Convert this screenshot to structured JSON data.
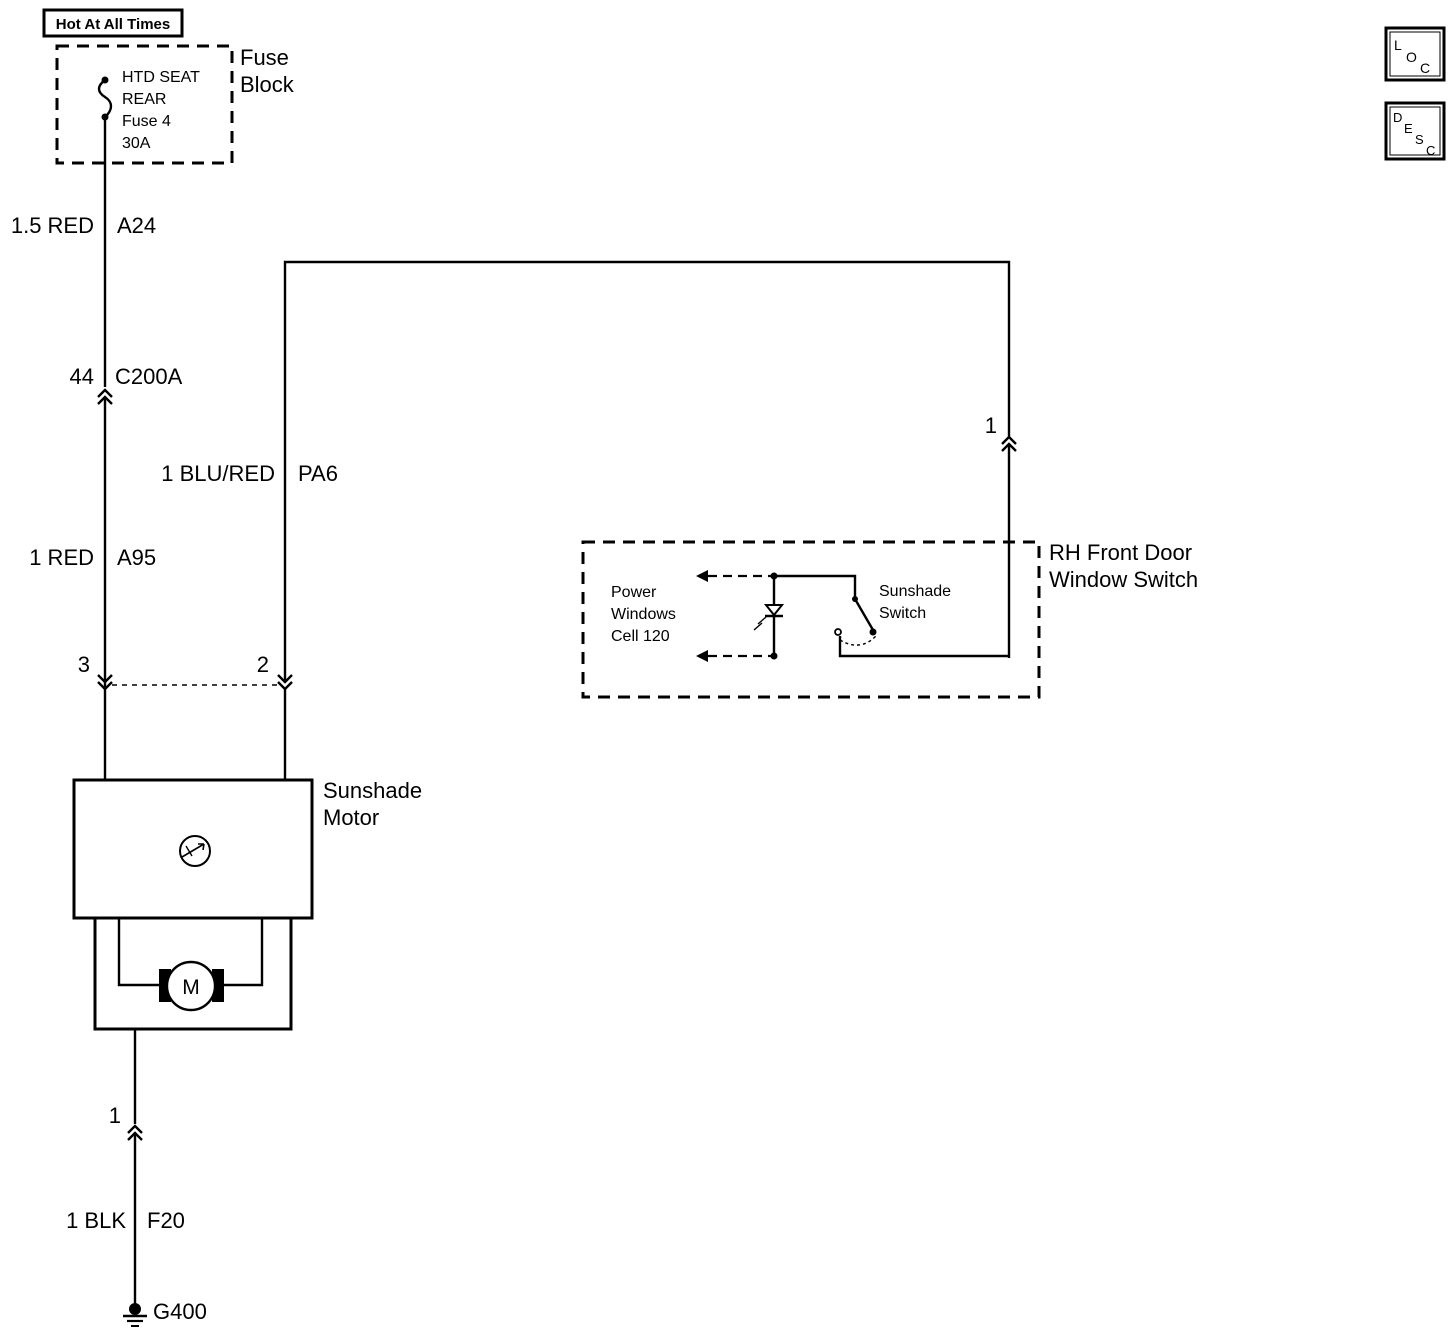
{
  "hot_at_all_times": "Hot At All Times",
  "fuse_block": {
    "label_line1": "Fuse",
    "label_line2": "Block",
    "fuse_line1": "HTD SEAT",
    "fuse_line2": "REAR",
    "fuse_line3": "Fuse 4",
    "fuse_line4": "30A"
  },
  "wires": {
    "w1_gauge": "1.5 RED",
    "w1_circuit": "A24",
    "c200_pin": "44",
    "c200_name": "C200A",
    "w2_gauge": "1 RED",
    "w2_circuit": "A95",
    "w3_gauge": "1 BLU/RED",
    "w3_circuit": "PA6",
    "w4_gauge": "1 BLK",
    "w4_circuit": "F20"
  },
  "pins": {
    "motor_pin3": "3",
    "motor_pin2": "2",
    "switch_pin1": "1",
    "ground_pin1": "1"
  },
  "motor": {
    "label_line1": "Sunshade",
    "label_line2": "Motor",
    "m_symbol": "M"
  },
  "switch": {
    "label_line1": "RH Front Door",
    "label_line2": "Window Switch",
    "pw_line1": "Power",
    "pw_line2": "Windows",
    "pw_line3": "Cell 120",
    "ss_line1": "Sunshade",
    "ss_line2": "Switch"
  },
  "ground": {
    "name": "G400"
  },
  "loc_icon": {
    "l": "L",
    "o": "O",
    "c": "C"
  },
  "desc_icon": {
    "d": "D",
    "e": "E",
    "s": "S",
    "c": "C"
  }
}
